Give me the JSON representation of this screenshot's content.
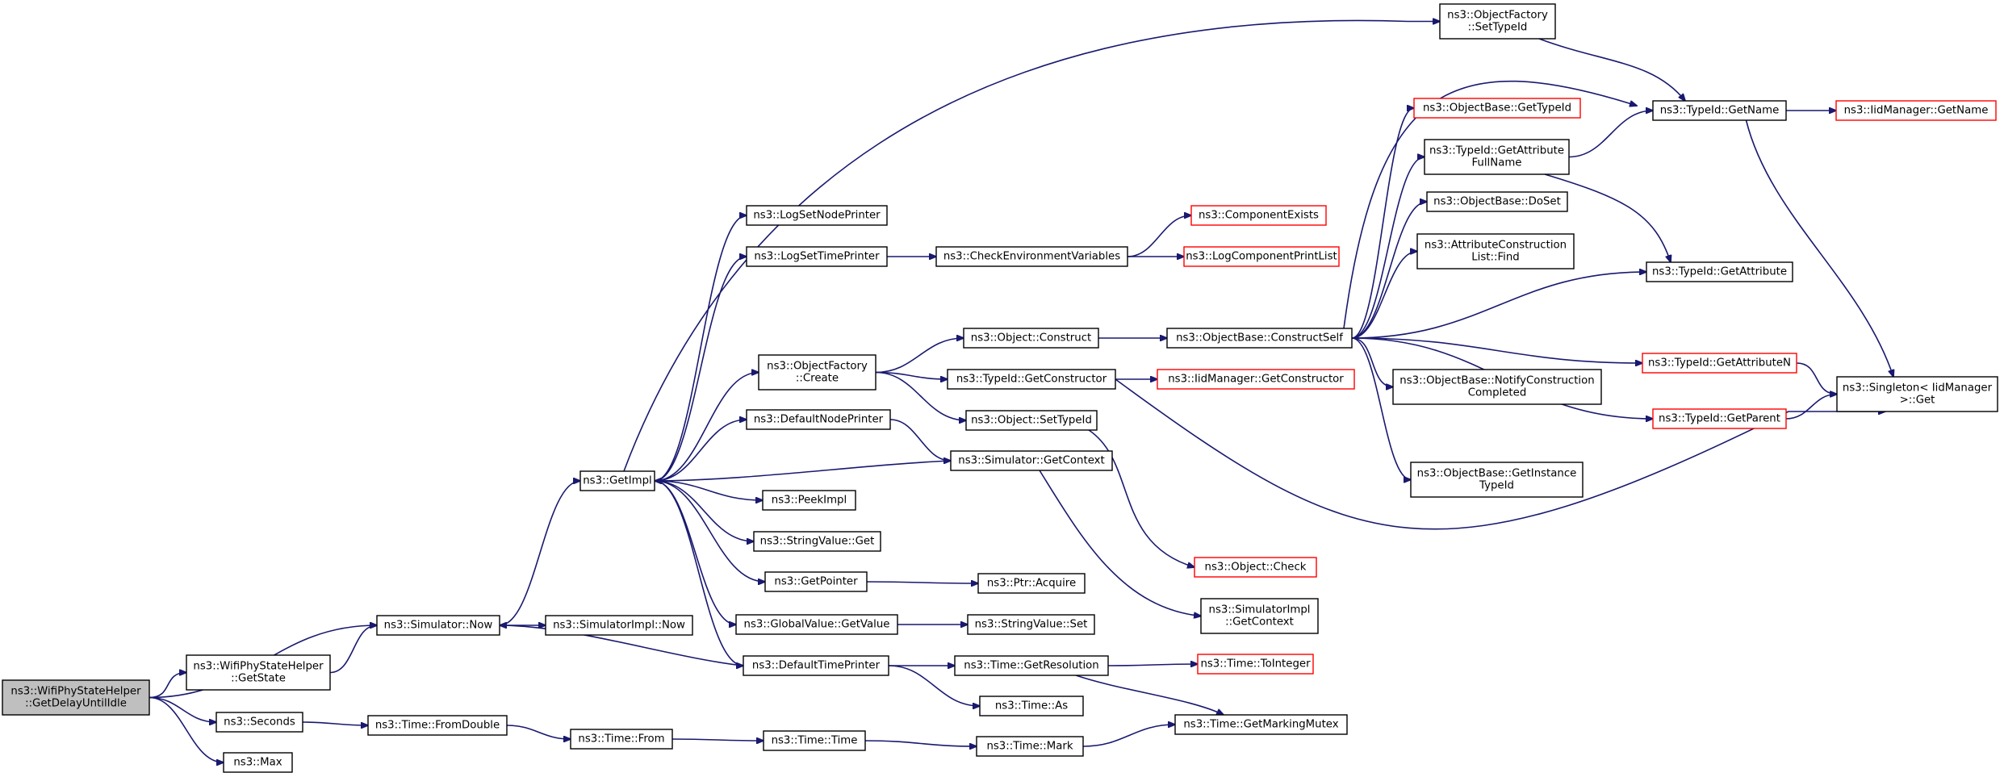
{
  "nodes": [
    {
      "id": "root",
      "lines": [
        "ns3::WifiPhyStateHelper",
        "::GetDelayUntilIdle"
      ],
      "style": "root"
    },
    {
      "id": "sim_now",
      "lines": [
        "ns3::Simulator::Now"
      ],
      "style": "normal"
    },
    {
      "id": "getstate",
      "lines": [
        "ns3::WifiPhyStateHelper",
        "::GetState"
      ],
      "style": "normal"
    },
    {
      "id": "seconds",
      "lines": [
        "ns3::Seconds"
      ],
      "style": "normal"
    },
    {
      "id": "max",
      "lines": [
        "ns3::Max"
      ],
      "style": "normal"
    },
    {
      "id": "getimpl",
      "lines": [
        "ns3::GetImpl"
      ],
      "style": "normal"
    },
    {
      "id": "simimpl_now",
      "lines": [
        "ns3::SimulatorImpl::Now"
      ],
      "style": "normal"
    },
    {
      "id": "fromdouble",
      "lines": [
        "ns3::Time::FromDouble"
      ],
      "style": "normal"
    },
    {
      "id": "from",
      "lines": [
        "ns3::Time::From"
      ],
      "style": "normal"
    },
    {
      "id": "time_time",
      "lines": [
        "ns3::Time::Time"
      ],
      "style": "normal"
    },
    {
      "id": "mark",
      "lines": [
        "ns3::Time::Mark"
      ],
      "style": "normal"
    },
    {
      "id": "markingmutex",
      "lines": [
        "ns3::Time::GetMarkingMutex"
      ],
      "style": "normal"
    },
    {
      "id": "lognode",
      "lines": [
        "ns3::LogSetNodePrinter"
      ],
      "style": "normal"
    },
    {
      "id": "logtime",
      "lines": [
        "ns3::LogSetTimePrinter"
      ],
      "style": "normal"
    },
    {
      "id": "objfactory_create",
      "lines": [
        "ns3::ObjectFactory",
        "::Create"
      ],
      "style": "normal"
    },
    {
      "id": "defnode",
      "lines": [
        "ns3::DefaultNodePrinter"
      ],
      "style": "normal"
    },
    {
      "id": "peekimpl",
      "lines": [
        "ns3::PeekImpl"
      ],
      "style": "normal"
    },
    {
      "id": "stringvalue_get",
      "lines": [
        "ns3::StringValue::Get"
      ],
      "style": "normal"
    },
    {
      "id": "getpointer",
      "lines": [
        "ns3::GetPointer"
      ],
      "style": "normal"
    },
    {
      "id": "globalvalue",
      "lines": [
        "ns3::GlobalValue::GetValue"
      ],
      "style": "normal"
    },
    {
      "id": "deftime",
      "lines": [
        "ns3::DefaultTimePrinter"
      ],
      "style": "normal"
    },
    {
      "id": "checkenv",
      "lines": [
        "ns3::CheckEnvironmentVariables"
      ],
      "style": "normal"
    },
    {
      "id": "compexists",
      "lines": [
        "ns3::ComponentExists"
      ],
      "style": "red"
    },
    {
      "id": "logcomplist",
      "lines": [
        "ns3::LogComponentPrintList"
      ],
      "style": "red"
    },
    {
      "id": "obj_construct",
      "lines": [
        "ns3::Object::Construct"
      ],
      "style": "normal"
    },
    {
      "id": "typeid_getconstructor",
      "lines": [
        "ns3::TypeId::GetConstructor"
      ],
      "style": "normal"
    },
    {
      "id": "obj_settypeid",
      "lines": [
        "ns3::Object::SetTypeId"
      ],
      "style": "normal"
    },
    {
      "id": "sim_getcontext",
      "lines": [
        "ns3::Simulator::GetContext"
      ],
      "style": "normal"
    },
    {
      "id": "ptr_acquire",
      "lines": [
        "ns3::Ptr::Acquire"
      ],
      "style": "normal"
    },
    {
      "id": "stringvalue_set",
      "lines": [
        "ns3::StringValue::Set"
      ],
      "style": "normal"
    },
    {
      "id": "getresolution",
      "lines": [
        "ns3::Time::GetResolution"
      ],
      "style": "normal"
    },
    {
      "id": "time_as",
      "lines": [
        "ns3::Time::As"
      ],
      "style": "normal"
    },
    {
      "id": "constructself",
      "lines": [
        "ns3::ObjectBase::ConstructSelf"
      ],
      "style": "normal"
    },
    {
      "id": "iid_getconstructor",
      "lines": [
        "ns3::IidManager::GetConstructor"
      ],
      "style": "red"
    },
    {
      "id": "obj_check",
      "lines": [
        "ns3::Object::Check"
      ],
      "style": "red"
    },
    {
      "id": "simimpl_getcontext",
      "lines": [
        "ns3::SimulatorImpl",
        "::GetContext"
      ],
      "style": "normal"
    },
    {
      "id": "tointeger",
      "lines": [
        "ns3::Time::ToInteger"
      ],
      "style": "red"
    },
    {
      "id": "objfactory_settypeid",
      "lines": [
        "ns3::ObjectFactory",
        "::SetTypeId"
      ],
      "style": "normal"
    },
    {
      "id": "objbase_gettypeid",
      "lines": [
        "ns3::ObjectBase::GetTypeId"
      ],
      "style": "red"
    },
    {
      "id": "getattrfullname",
      "lines": [
        "ns3::TypeId::GetAttribute",
        "FullName"
      ],
      "style": "normal"
    },
    {
      "id": "doset",
      "lines": [
        "ns3::ObjectBase::DoSet"
      ],
      "style": "normal"
    },
    {
      "id": "attrconstructionlist",
      "lines": [
        "ns3::AttributeConstruction",
        "List::Find"
      ],
      "style": "normal"
    },
    {
      "id": "notifyconstruction",
      "lines": [
        "ns3::ObjectBase::NotifyConstruction",
        "Completed"
      ],
      "style": "normal"
    },
    {
      "id": "getinstancetypeid",
      "lines": [
        "ns3::ObjectBase::GetInstance",
        "TypeId"
      ],
      "style": "normal"
    },
    {
      "id": "typeid_getname",
      "lines": [
        "ns3::TypeId::GetName"
      ],
      "style": "normal"
    },
    {
      "id": "typeid_getattribute",
      "lines": [
        "ns3::TypeId::GetAttribute"
      ],
      "style": "normal"
    },
    {
      "id": "typeid_getattributen",
      "lines": [
        "ns3::TypeId::GetAttributeN"
      ],
      "style": "red"
    },
    {
      "id": "typeid_getparent",
      "lines": [
        "ns3::TypeId::GetParent"
      ],
      "style": "red"
    },
    {
      "id": "iid_getname",
      "lines": [
        "ns3::IidManager::GetName"
      ],
      "style": "red"
    },
    {
      "id": "singleton_get",
      "lines": [
        "ns3::Singleton< IidManager",
        ">::Get"
      ],
      "style": "normal"
    }
  ],
  "edges": [
    [
      "root",
      "sim_now"
    ],
    [
      "root",
      "getstate"
    ],
    [
      "root",
      "seconds"
    ],
    [
      "root",
      "max"
    ],
    [
      "getstate",
      "sim_now"
    ],
    [
      "sim_now",
      "getimpl"
    ],
    [
      "sim_now",
      "simimpl_now"
    ],
    [
      "seconds",
      "fromdouble"
    ],
    [
      "fromdouble",
      "from"
    ],
    [
      "from",
      "time_time"
    ],
    [
      "time_time",
      "mark"
    ],
    [
      "mark",
      "markingmutex"
    ],
    [
      "getimpl",
      "lognode"
    ],
    [
      "getimpl",
      "logtime"
    ],
    [
      "getimpl",
      "objfactory_settypeid"
    ],
    [
      "getimpl",
      "objfactory_create"
    ],
    [
      "getimpl",
      "defnode"
    ],
    [
      "getimpl",
      "peekimpl"
    ],
    [
      "getimpl",
      "stringvalue_get"
    ],
    [
      "getimpl",
      "getpointer"
    ],
    [
      "getimpl",
      "globalvalue"
    ],
    [
      "getimpl",
      "deftime"
    ],
    [
      "logtime",
      "checkenv"
    ],
    [
      "checkenv",
      "compexists"
    ],
    [
      "checkenv",
      "logcomplist"
    ],
    [
      "objfactory_create",
      "obj_construct"
    ],
    [
      "objfactory_create",
      "typeid_getconstructor"
    ],
    [
      "objfactory_create",
      "obj_settypeid"
    ],
    [
      "defnode",
      "sim_getcontext"
    ],
    [
      "sim_getcontext",
      "getimpl"
    ],
    [
      "sim_getcontext",
      "simimpl_getcontext"
    ],
    [
      "getpointer",
      "ptr_acquire"
    ],
    [
      "globalvalue",
      "stringvalue_set"
    ],
    [
      "deftime",
      "sim_now"
    ],
    [
      "deftime",
      "getresolution"
    ],
    [
      "deftime",
      "time_as"
    ],
    [
      "getresolution",
      "tointeger"
    ],
    [
      "getresolution",
      "markingmutex"
    ],
    [
      "obj_construct",
      "constructself"
    ],
    [
      "typeid_getconstructor",
      "iid_getconstructor"
    ],
    [
      "typeid_getconstructor",
      "singleton_get"
    ],
    [
      "obj_settypeid",
      "obj_check"
    ],
    [
      "constructself",
      "typeid_getname"
    ],
    [
      "constructself",
      "objbase_gettypeid"
    ],
    [
      "constructself",
      "getattrfullname"
    ],
    [
      "constructself",
      "doset"
    ],
    [
      "constructself",
      "attrconstructionlist"
    ],
    [
      "constructself",
      "typeid_getattribute"
    ],
    [
      "constructself",
      "typeid_getattributen"
    ],
    [
      "constructself",
      "notifyconstruction"
    ],
    [
      "constructself",
      "typeid_getparent"
    ],
    [
      "constructself",
      "getinstancetypeid"
    ],
    [
      "objfactory_settypeid",
      "typeid_getname"
    ],
    [
      "getattrfullname",
      "typeid_getname"
    ],
    [
      "getattrfullname",
      "typeid_getattribute"
    ],
    [
      "typeid_getname",
      "iid_getname"
    ],
    [
      "typeid_getname",
      "singleton_get"
    ],
    [
      "typeid_getattributen",
      "singleton_get"
    ],
    [
      "typeid_getparent",
      "singleton_get"
    ]
  ]
}
